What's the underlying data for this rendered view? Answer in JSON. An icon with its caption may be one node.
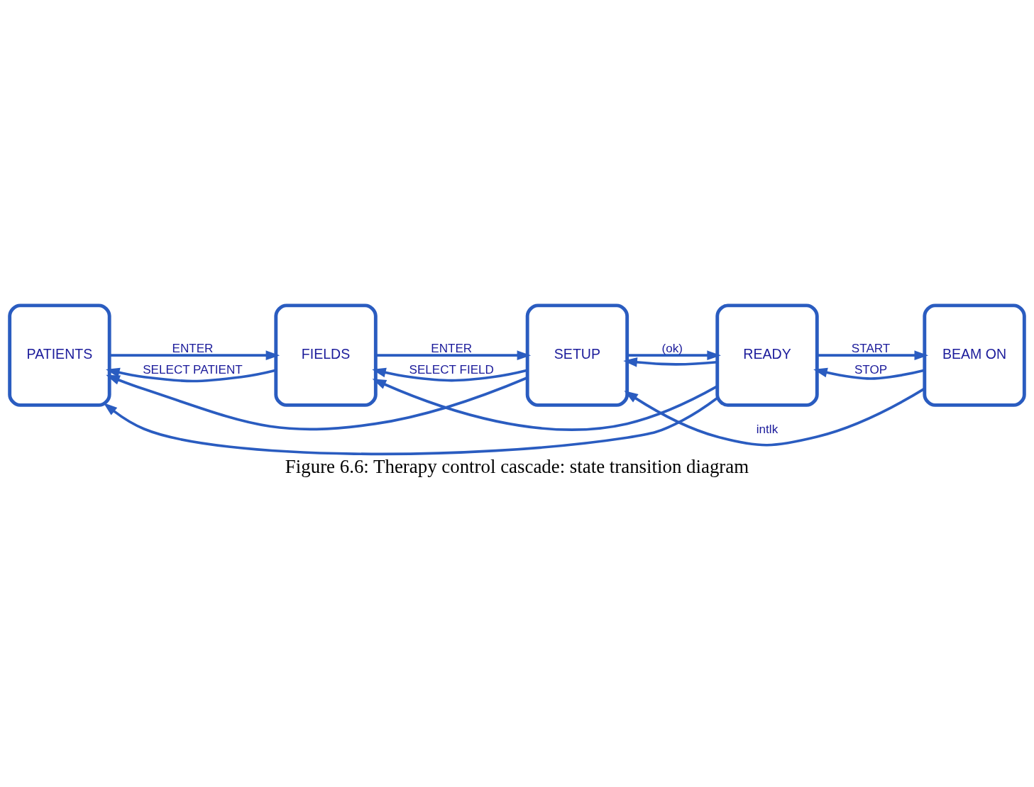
{
  "diagram": {
    "caption": "Figure 6.6: Therapy control cascade: state transition diagram",
    "nodes": [
      {
        "text": [
          "PATIENTS"
        ]
      },
      {
        "text": [
          "FIELDS"
        ]
      },
      {
        "text": [
          "SETUP"
        ]
      },
      {
        "text": [
          "READY"
        ]
      },
      {
        "text": [
          "BEAM ON"
        ]
      }
    ],
    "edges": [
      {
        "from": 0,
        "to": 1,
        "arrow": "to",
        "label": "ENTER"
      },
      {
        "from": 1,
        "to": 2,
        "arrow": "to",
        "label": "ENTER"
      },
      {
        "from": 2,
        "to": 3,
        "arrow": "to",
        "label": "(ok)"
      },
      {
        "from": 3,
        "to": 4,
        "arrow": "to",
        "label": "START"
      },
      {
        "from": 4,
        "to": 3,
        "arrow": "to",
        "label": "STOP"
      },
      {
        "from": 2,
        "to": 1,
        "arrow": "to",
        "label": "SELECT FIELD"
      },
      {
        "from": 3,
        "to": 1,
        "arrow": "to"
      },
      {
        "from": 1,
        "to": 0,
        "arrow": "to",
        "label": "SELECT PATIENT"
      },
      {
        "from": 2,
        "to": 0,
        "arrow": "to"
      },
      {
        "from": 3,
        "to": 0,
        "arrow": "to"
      },
      {
        "from": 4,
        "to": 2,
        "arrow": "to",
        "label": "intlk"
      },
      {
        "from": 3,
        "to": 2,
        "arrow": "to"
      }
    ]
  }
}
